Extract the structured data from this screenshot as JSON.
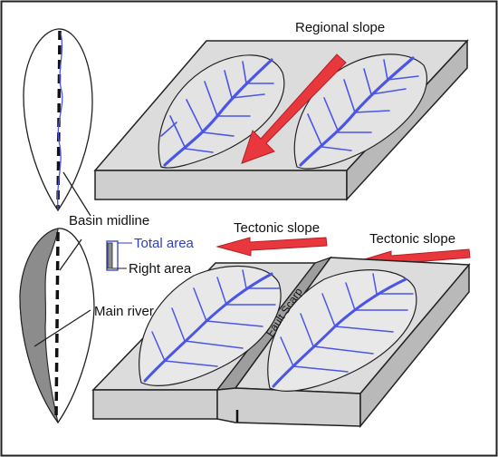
{
  "labels": {
    "regional_slope": "Regional slope",
    "tectonic_slope_left": "Tectonic slope",
    "tectonic_slope_right": "Tectonic slope",
    "basin_midline": "Basin midline",
    "total_area": "Total area",
    "right_area": "Right area",
    "main_river": "Main river",
    "fault_scarp": "Fault Scarp"
  },
  "colors": {
    "river": "#4b55e6",
    "arrow": "#e8383d",
    "block_face": "#d9d9d9",
    "block_side": "#bdbdbd",
    "basin_fill": "#e8e8e8",
    "right_area_fill": "#8c8c8c",
    "total_area_text": "#2f3fbf"
  }
}
